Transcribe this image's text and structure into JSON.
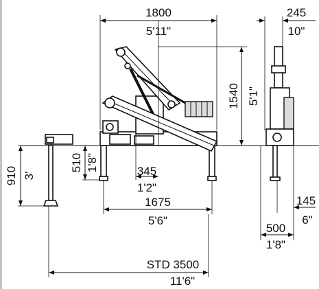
{
  "colors": {
    "ink": "#111111",
    "edge_bar": "#bfc3c7",
    "background": "#ffffff"
  },
  "dimensions": {
    "overall_width_mm": "1800",
    "overall_width_ft": "5'11\"",
    "height_mm": "1540",
    "height_ft": "5'1\"",
    "side_width_mm": "245",
    "side_width_ft": "10\"",
    "base_height_mm": "510",
    "base_height_ft": "1'8\"",
    "column_offset_mm": "345",
    "column_offset_ft": "1'2\"",
    "leg_span_mm": "1675",
    "leg_span_ft": "5'6\"",
    "stabilizer_depth_mm": "910",
    "stabilizer_depth_ft": "3'",
    "side_offset_mm": "145",
    "side_offset_ft": "6\"",
    "side_leg_mm": "500",
    "side_leg_ft": "1'8\"",
    "outrigger_label": "STD 3500",
    "outrigger_ft": "11'6\""
  }
}
